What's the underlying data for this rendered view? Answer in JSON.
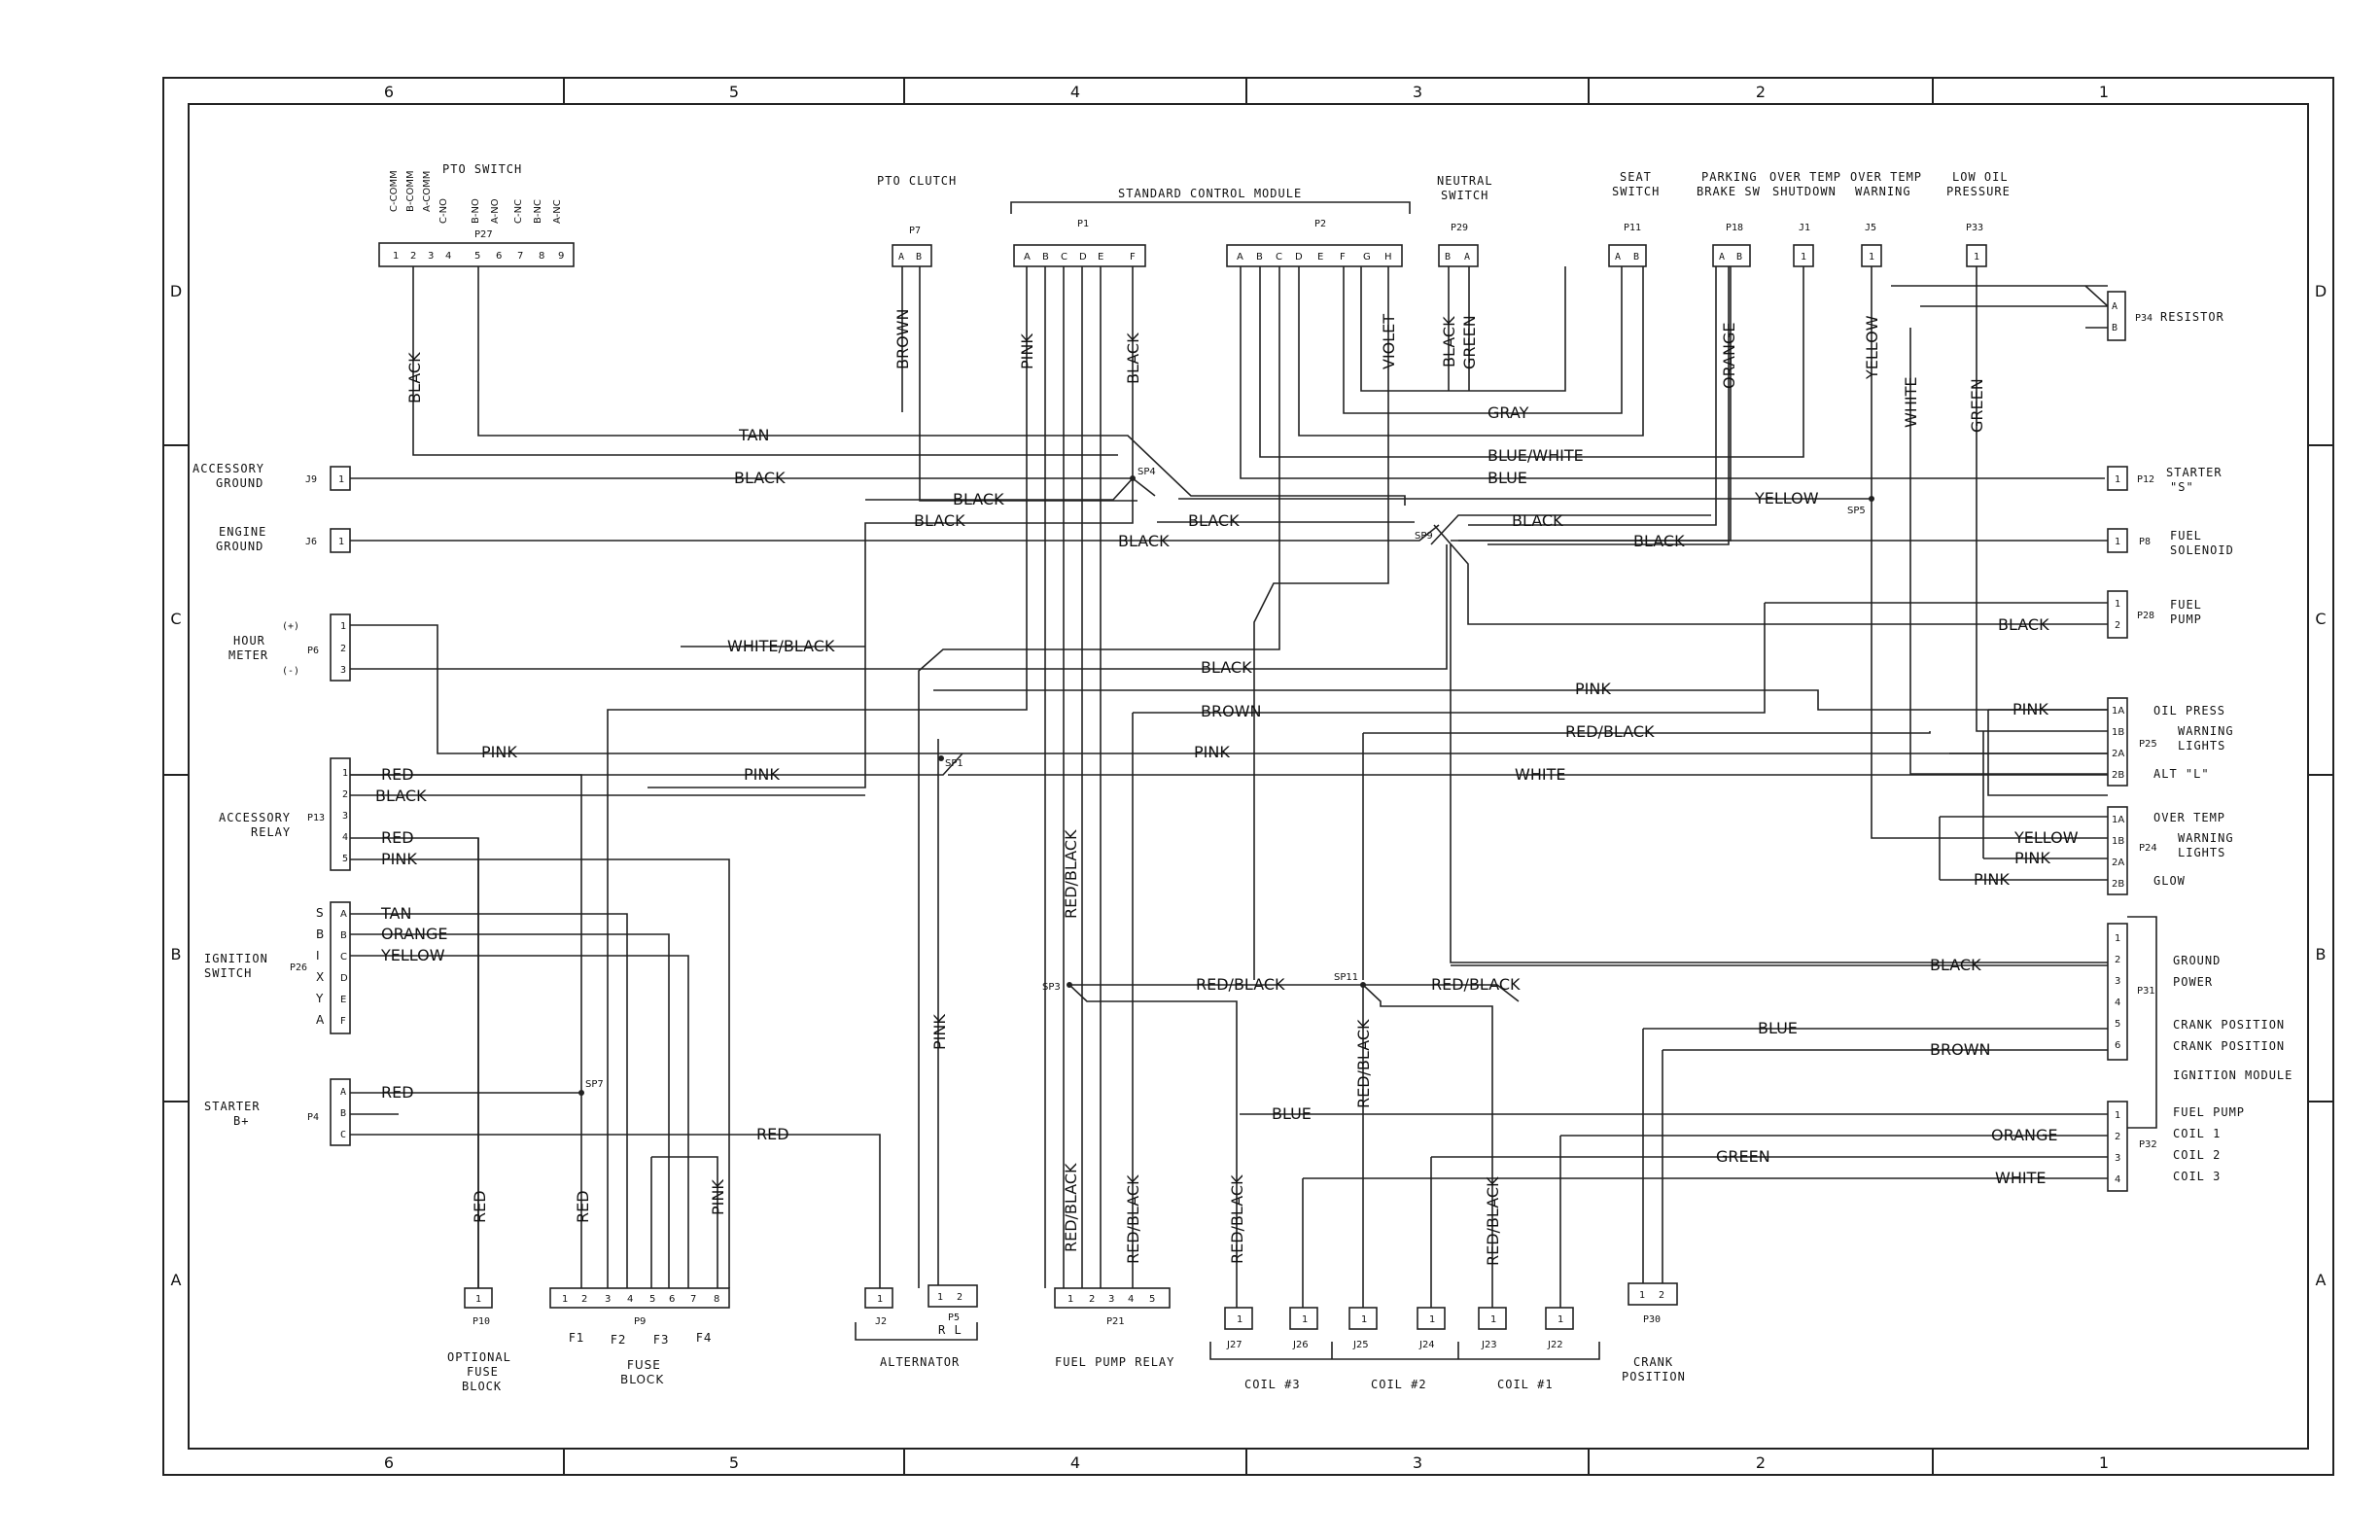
{
  "zones_top": [
    "6",
    "5",
    "4",
    "3",
    "2",
    "1"
  ],
  "zones_bottom": [
    "6",
    "5",
    "4",
    "3",
    "2",
    "1"
  ],
  "zones_left": [
    "D",
    "C",
    "B",
    "A"
  ],
  "zones_right": [
    "D",
    "C",
    "B",
    "A"
  ],
  "components": {
    "pto_switch": {
      "title": "PTO SWITCH",
      "ref": "P27",
      "pins": [
        "C-COMM",
        "B-COMM",
        "A-COMM",
        "C-NO",
        "B-NO",
        "A-NO",
        "C-NC",
        "B-NC",
        "A-NC"
      ],
      "pin_numbers": [
        "1",
        "2",
        "3",
        "4",
        "5",
        "6",
        "7",
        "8",
        "9"
      ]
    },
    "pto_clutch": {
      "title": "PTO CLUTCH",
      "ref": "P7",
      "pins": [
        "A",
        "B"
      ]
    },
    "scm": {
      "title": "STANDARD CONTROL MODULE",
      "p1": "P1",
      "p1_pins": [
        "A",
        "B",
        "C",
        "D",
        "E",
        "F"
      ],
      "p2": "P2",
      "p2_pins": [
        "A",
        "B",
        "C",
        "D",
        "E",
        "F",
        "G",
        "H"
      ]
    },
    "neutral_switch": {
      "title_1": "NEUTRAL",
      "title_2": "SWITCH",
      "ref": "P29",
      "pins": [
        "B",
        "A"
      ]
    },
    "seat_switch": {
      "title_1": "SEAT",
      "title_2": "SWITCH",
      "ref": "P11",
      "pins": [
        "A",
        "B"
      ]
    },
    "parking_brake": {
      "title_1": "PARKING",
      "title_2": "BRAKE SW",
      "ref": "P18",
      "pins": [
        "A",
        "B"
      ]
    },
    "over_temp_shutdown": {
      "title_1": "OVER TEMP",
      "title_2": "SHUTDOWN",
      "ref": "J1",
      "pin": "1"
    },
    "over_temp_warning": {
      "title_1": "OVER TEMP",
      "title_2": "WARNING",
      "ref": "J5",
      "pin": "1"
    },
    "low_oil": {
      "title_1": "LOW OIL",
      "title_2": "PRESSURE",
      "ref": "P33",
      "pin": "1"
    },
    "resistor": {
      "title": "RESISTOR",
      "ref": "P34",
      "pins": [
        "A",
        "B"
      ]
    },
    "accessory_ground": {
      "title_1": "ACCESSORY",
      "title_2": "GROUND",
      "ref": "J9",
      "pin": "1"
    },
    "engine_ground": {
      "title_1": "ENGINE",
      "title_2": "GROUND",
      "ref": "J6",
      "pin": "1"
    },
    "hour_meter": {
      "title_1": "HOUR",
      "title_2": "METER",
      "ref": "P6",
      "plus": "(+)",
      "minus": "(-)",
      "pins": [
        "1",
        "2",
        "3"
      ]
    },
    "accessory_relay": {
      "title_1": "ACCESSORY",
      "title_2": "RELAY",
      "ref": "P13",
      "pins": [
        "1",
        "2",
        "3",
        "4",
        "5"
      ]
    },
    "ignition_switch": {
      "title_1": "IGNITION",
      "title_2": "SWITCH",
      "ref": "P26",
      "letters": [
        "S",
        "B",
        "I",
        "X",
        "Y",
        "A"
      ],
      "pins": [
        "A",
        "B",
        "C",
        "D",
        "E",
        "F"
      ]
    },
    "starter_b": {
      "title_1": "STARTER",
      "title_2": "B+",
      "ref": "P4",
      "pins": [
        "A",
        "B",
        "C"
      ]
    },
    "starter_s": {
      "title_1": "STARTER",
      "title_2": "\"S\"",
      "ref": "P12",
      "pin": "1"
    },
    "fuel_solenoid": {
      "title_1": "FUEL",
      "title_2": "SOLENOID",
      "ref": "P8",
      "pin": "1"
    },
    "fuel_pump": {
      "title_1": "FUEL",
      "title_2": "PUMP",
      "ref": "P28",
      "pins": [
        "1",
        "2"
      ]
    },
    "p25": {
      "ref": "P25",
      "title_1": "WARNING",
      "title_2": "LIGHTS",
      "label_top": "OIL PRESS",
      "label_bottom": "ALT \"L\"",
      "pins": [
        "1A",
        "1B",
        "2A",
        "2B"
      ]
    },
    "p24": {
      "ref": "P24",
      "title_1": "WARNING",
      "title_2": "LIGHTS",
      "label_top": "OVER TEMP",
      "label_bottom": "GLOW",
      "pins": [
        "1A",
        "1B",
        "2A",
        "2B"
      ]
    },
    "p31": {
      "ref": "P31",
      "pins": [
        "1",
        "2",
        "3",
        "4",
        "5",
        "6"
      ],
      "labels": [
        "GROUND",
        "POWER",
        "CRANK POSITION",
        "CRANK POSITION",
        "IGNITION MODULE"
      ]
    },
    "p32": {
      "ref": "P32",
      "pins": [
        "1",
        "2",
        "3",
        "4"
      ],
      "labels": [
        "FUEL PUMP",
        "COIL 1",
        "COIL 2",
        "COIL 3"
      ]
    },
    "p10": {
      "ref": "P10",
      "pin": "1",
      "title_1": "OPTIONAL",
      "title_2": "FUSE",
      "title_3": "BLOCK"
    },
    "p9": {
      "ref": "P9",
      "pins": [
        "1",
        "2",
        "3",
        "4",
        "5",
        "6",
        "7",
        "8"
      ],
      "fuses": [
        "F1",
        "F2",
        "F3",
        "F4"
      ],
      "title_1": "FUSE",
      "title_2": "BLOCK"
    },
    "alternator": {
      "title": "ALTERNATOR",
      "j2": "J2",
      "j2_pin": "1",
      "p5": "P5",
      "p5_pins": [
        "1",
        "2"
      ],
      "rl": "R  L"
    },
    "fuel_pump_relay": {
      "title": "FUEL PUMP RELAY",
      "ref": "P21",
      "pins": [
        "1",
        "2",
        "3",
        "4",
        "5"
      ]
    },
    "coils": {
      "refs": [
        "J27",
        "J26",
        "J25",
        "J24",
        "J23",
        "J22"
      ],
      "pin": "1",
      "groups": [
        "COIL #3",
        "COIL #2",
        "COIL #1"
      ]
    },
    "crank_position": {
      "ref": "P30",
      "pins": [
        "1",
        "2"
      ],
      "title_1": "CRANK",
      "title_2": "POSITION"
    }
  },
  "splices": [
    "SP4",
    "SP9",
    "SP5",
    "SP1",
    "SP3",
    "SP11",
    "SP7"
  ],
  "wire_labels": {
    "black_pto": "BLACK",
    "brown_pto": "BROWN",
    "pink_p1": "PINK",
    "black_p1": "BLACK",
    "violet": "VIOLET",
    "black_p29": "BLACK",
    "green_p29": "GREEN",
    "orange_p18": "ORANGE",
    "yellow_j5": "YELLOW",
    "white_p34": "WHITE",
    "green_p33": "GREEN",
    "gray": "GRAY",
    "tan": "TAN",
    "blue_white": "BLUE/WHITE",
    "blue": "BLUE",
    "black_acc": "BLACK",
    "black_sp4": "BLACK",
    "yellow_sp5": "YELLOW",
    "black_eng": "BLACK",
    "black_sp4b": "BLACK",
    "black_sp9a": "BLACK",
    "black_sp9b": "BLACK",
    "black_row": "BLACK",
    "black_fuelpump": "BLACK",
    "white_black": "WHITE/BLACK",
    "black_hm": "BLACK",
    "pink_row450": "PINK",
    "brown_row": "BROWN",
    "red_black_row": "RED/BLACK",
    "pink_hm": "PINK",
    "pink_row": "PINK",
    "pink_sp1": "PINK",
    "white_row": "WHITE",
    "red_relay": "RED",
    "black_relay": "BLACK",
    "red_relay4": "RED",
    "pink_relay5": "PINK",
    "pink_p25": "PINK",
    "yellow_p24": "YELLOW",
    "pink_p24a": "PINK",
    "pink_p24b": "PINK",
    "tan_ign": "TAN",
    "orange_ign": "ORANGE",
    "yellow_ign": "YELLOW",
    "black_p31": "BLACK",
    "red_black_sp3": "RED/BLACK",
    "red_black_sp11": "RED/BLACK",
    "blue_p31": "BLUE",
    "brown_p31": "BROWN",
    "red_starter": "RED",
    "red_alt": "RED",
    "blue_p32": "BLUE",
    "orange_p32": "ORANGE",
    "green_p32": "GREEN",
    "white_p32": "WHITE",
    "red_p10": "RED",
    "red_f1": "RED",
    "pink_f4": "PINK",
    "pink_p5": "PINK",
    "red_black_p21a": "RED/BLACK",
    "red_black_p21b": "RED/BLACK",
    "red_black_vert": "RED/BLACK",
    "red_black_j27": "RED/BLACK",
    "red_black_j25": "RED/BLACK",
    "red_black_j23": "RED/BLACK"
  }
}
